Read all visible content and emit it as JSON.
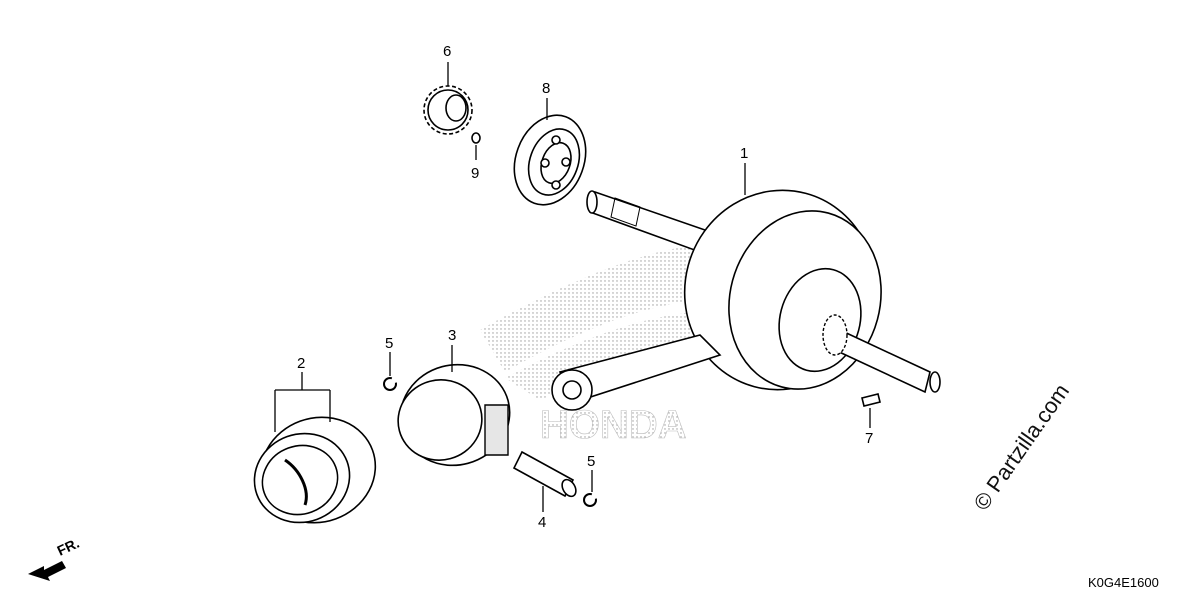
{
  "callouts": {
    "c1": "1",
    "c2": "2",
    "c3": "3",
    "c4": "4",
    "c5a": "5",
    "c5b": "5",
    "c6": "6",
    "c7": "7",
    "c8": "8",
    "c9": "9"
  },
  "watermark": "© Partzilla.com",
  "diagram_code": "K0G4E1600",
  "direction_label": "FR.",
  "background_logo": "HONDA"
}
